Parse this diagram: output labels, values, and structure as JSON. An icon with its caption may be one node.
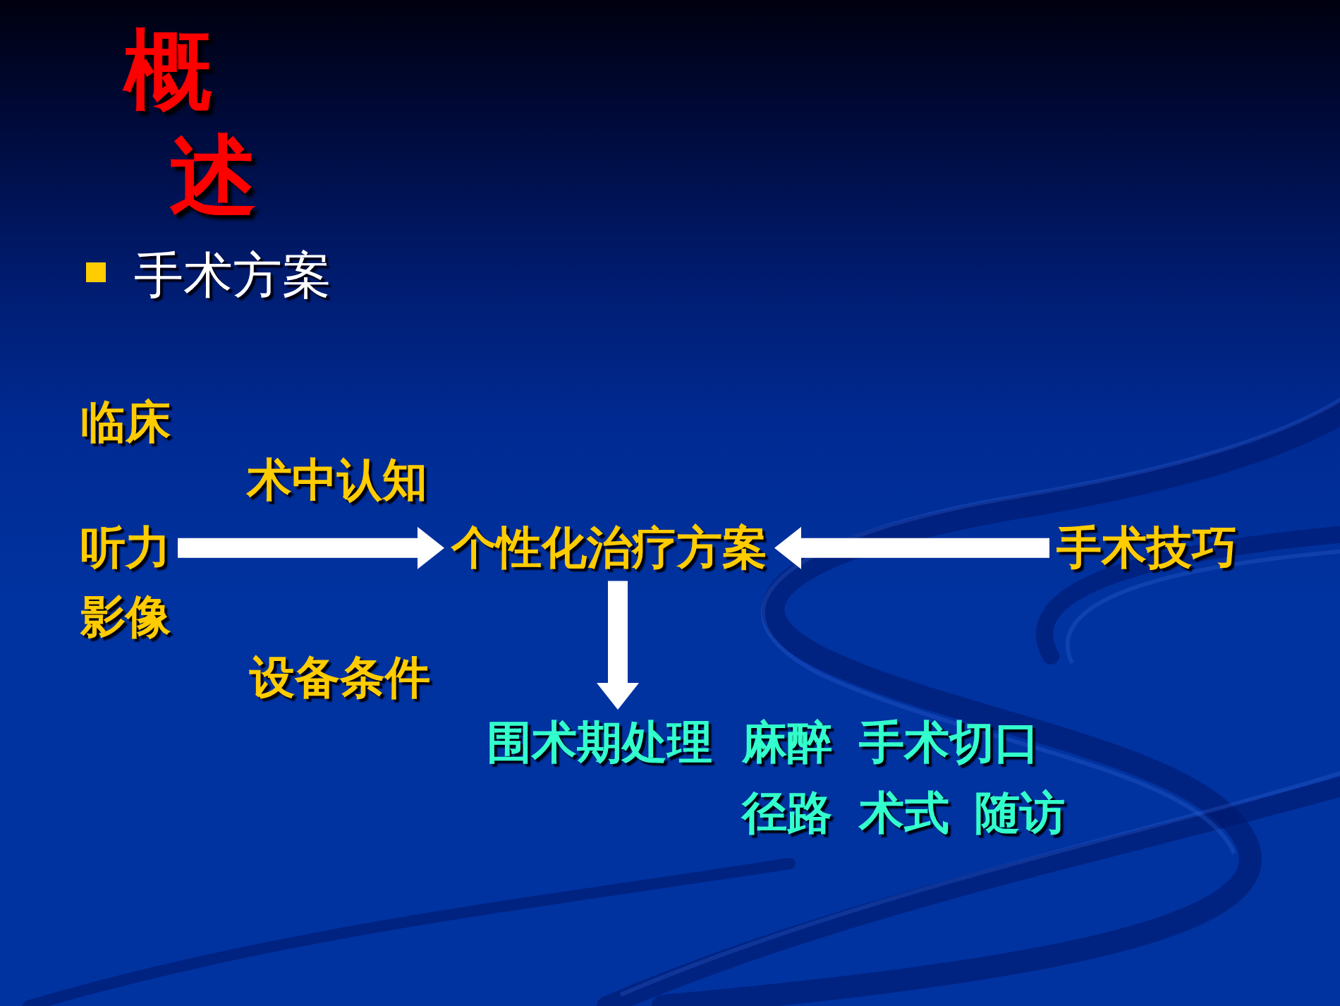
{
  "diagram": {
    "title": "概述",
    "nodes": [
      {
        "text": [
          "听力"
        ]
      },
      {
        "text": [
          "个性化治疗方案"
        ]
      },
      {
        "text": [
          "手术技巧"
        ]
      },
      {
        "text": [
          "围术期处理",
          "麻醉",
          "手术切口",
          "径路",
          "术式",
          "随访"
        ]
      }
    ],
    "edges": [
      {
        "from": 0,
        "to": 1,
        "arrow": "to"
      },
      {
        "from": 2,
        "to": 1,
        "arrow": "to"
      },
      {
        "from": 1,
        "to": 3,
        "arrow": "to"
      }
    ],
    "labels": [
      "手术方案",
      "临床",
      "术中认知",
      "影像",
      "设备条件"
    ]
  }
}
